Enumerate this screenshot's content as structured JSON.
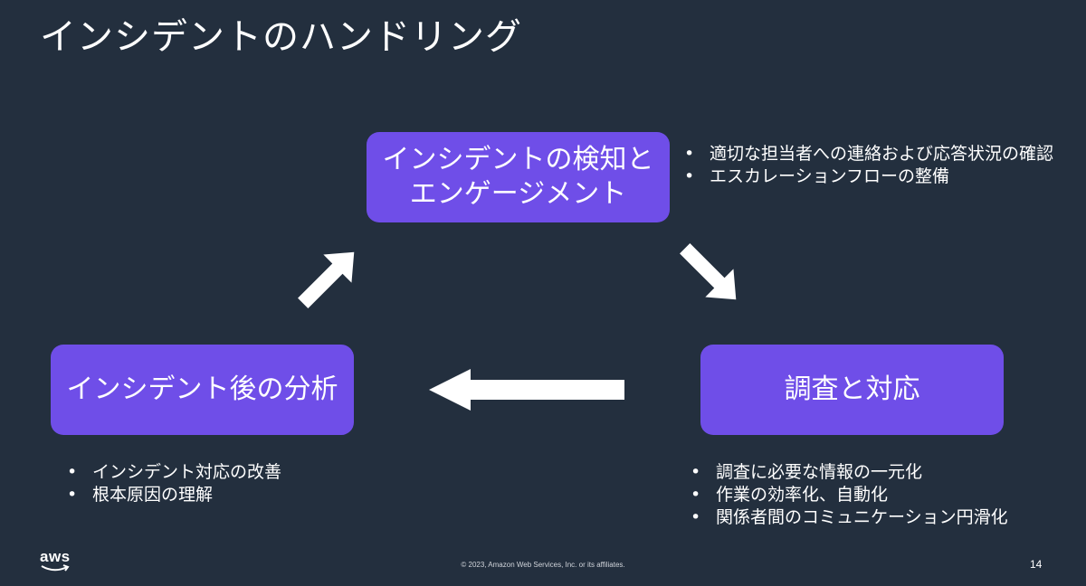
{
  "title": "インシデントのハンドリング",
  "boxes": {
    "detect": {
      "line1": "インシデントの検知と",
      "line2": "エンゲージメント"
    },
    "investigate": {
      "label": "調査と対応"
    },
    "analysis": {
      "label": "インシデント後の分析"
    }
  },
  "bullets": {
    "detect": [
      "適切な担当者への連絡および応答状況の確認",
      "エスカレーションフローの整備"
    ],
    "investigate": [
      "調査に必要な情報の一元化",
      "作業の効率化、自動化",
      "関係者間のコミュニケーション円滑化"
    ],
    "analysis": [
      "インシデント対応の改善",
      "根本原因の理解"
    ]
  },
  "footer": {
    "logo": "aws",
    "copyright": "© 2023, Amazon Web Services, Inc. or its affiliates.",
    "page_number": "14"
  },
  "colors": {
    "background": "#232f3e",
    "box": "#6f4ee8",
    "text": "#ffffff"
  }
}
